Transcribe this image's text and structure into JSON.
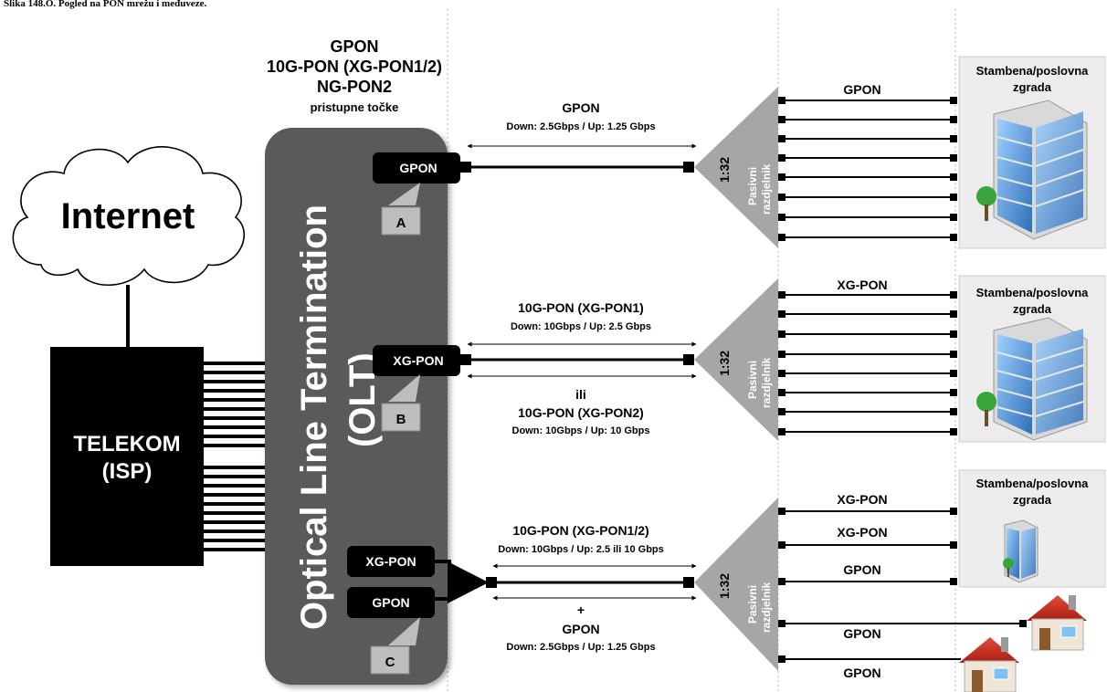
{
  "caption": "Slika 148.O. Pogled na PON  mrežu i međuveze.",
  "cloud_label": "Internet",
  "isp_label": [
    "TELEKOM",
    "(ISP)"
  ],
  "olt_header": [
    "GPON",
    "10G-PON (XG-PON1/2)",
    "NG-PON2",
    "pristupne točke"
  ],
  "olt_label": "Optical Line Termination",
  "olt_label2": "(OLT)",
  "ports": {
    "a": "GPON",
    "b": "XG-PON",
    "c1": "XG-PON",
    "c2": "GPON"
  },
  "callouts": {
    "a": "A",
    "b": "B",
    "c": "C"
  },
  "link_a": {
    "title": "GPON",
    "speed": "Down: 2.5Gbps / Up: 1.25 Gbps"
  },
  "link_b": {
    "title": "10G-PON (XG-PON1)",
    "speed": "Down: 10Gbps / Up: 2.5 Gbps",
    "or": "ili",
    "title2": "10G-PON (XG-PON2)",
    "speed2": "Down: 10Gbps / Up: 10 Gbps"
  },
  "link_c": {
    "title": "10G-PON (XG-PON1/2)",
    "speed": "Down: 10Gbps / Up: 2.5 ili 10 Gbps",
    "plus": "+",
    "title2": "GPON",
    "speed2": "Down: 2.5Gbps / Up: 1.25 Gbps"
  },
  "splitter": {
    "ratio": "1:32",
    "label1": "Pasivni",
    "label2": "razdjelnik"
  },
  "out_labels": {
    "top": "GPON",
    "mid": "XG-PON",
    "bot1": "XG-PON",
    "bot2": "XG-PON",
    "bot3": "GPON",
    "bot4": "GPON",
    "bot5": "GPON"
  },
  "building_label": [
    "Stambena/poslovna",
    "zgrada"
  ],
  "colors": {
    "olt": "#555555",
    "splitter": "#a6a6a6",
    "isp": "#000000",
    "building_bg": "#ececec",
    "glass": "#4a90d9"
  }
}
